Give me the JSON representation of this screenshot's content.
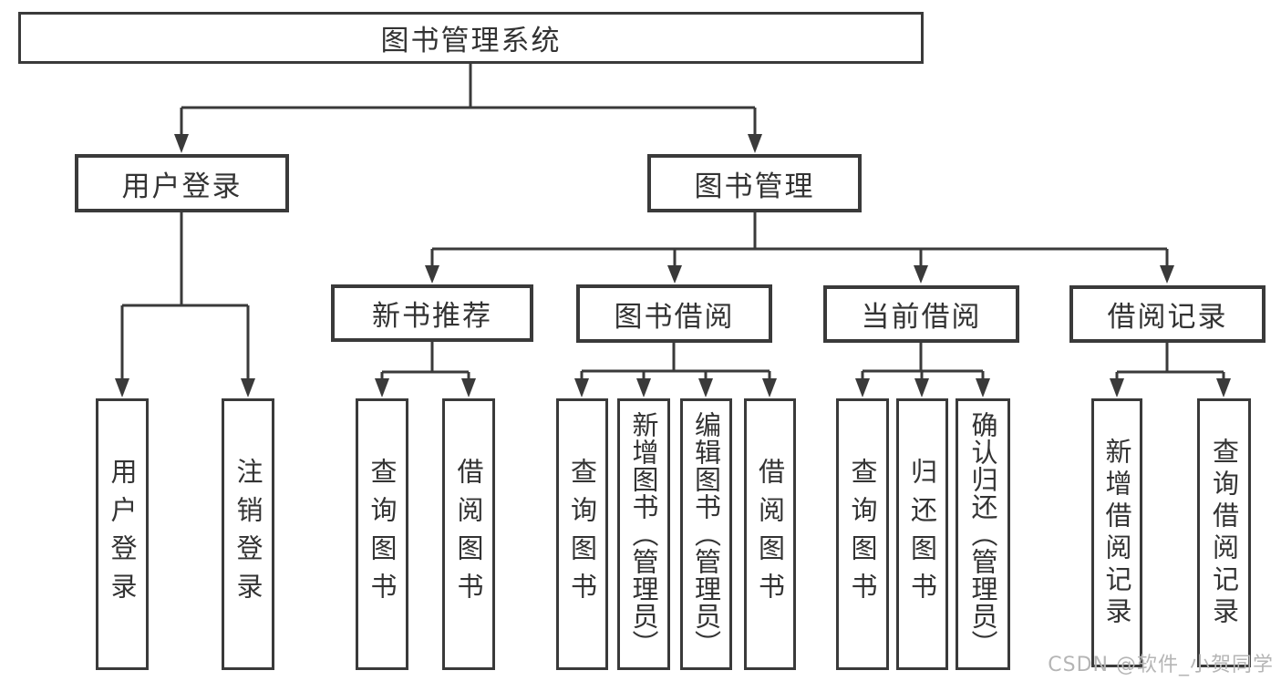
{
  "diagram": {
    "watermark": "CSDN @软件_小贺同学",
    "colors": {
      "line": "#3a3a3a",
      "border": "#3a3a3a",
      "text": "#333333",
      "background": "#ffffff",
      "watermark": "#b5b5b5"
    },
    "tree": {
      "root": {
        "label": "图书管理系统"
      },
      "level2": [
        {
          "label": "用户登录",
          "children": [
            {
              "label": "用户登录"
            },
            {
              "label": "注销登录"
            }
          ]
        },
        {
          "label": "图书管理",
          "children": [
            {
              "label": "新书推荐",
              "children": [
                {
                  "label": "查询图书"
                },
                {
                  "label": "借阅图书"
                }
              ]
            },
            {
              "label": "图书借阅",
              "children": [
                {
                  "label": "查询图书"
                },
                {
                  "label": "新增图书（管理员）"
                },
                {
                  "label": "编辑图书（管理员）"
                },
                {
                  "label": "借阅图书"
                }
              ]
            },
            {
              "label": "当前借阅",
              "children": [
                {
                  "label": "查询图书"
                },
                {
                  "label": "归还图书"
                },
                {
                  "label": "确认归还（管理员）"
                }
              ]
            },
            {
              "label": "借阅记录",
              "children": [
                {
                  "label": "新增借阅记录"
                },
                {
                  "label": "查询借阅记录"
                }
              ]
            }
          ]
        }
      ]
    }
  }
}
